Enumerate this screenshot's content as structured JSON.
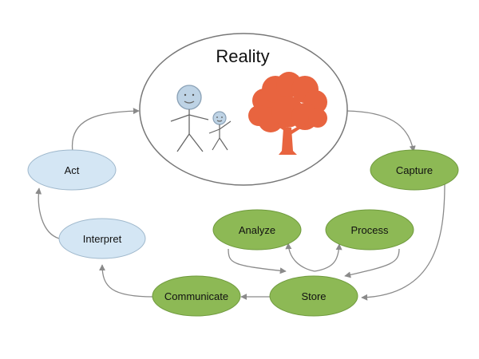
{
  "reality": {
    "label": "Reality"
  },
  "nodes": {
    "act": {
      "label": "Act"
    },
    "interpret": {
      "label": "Interpret"
    },
    "capture": {
      "label": "Capture"
    },
    "analyze": {
      "label": "Analyze"
    },
    "process": {
      "label": "Process"
    },
    "store": {
      "label": "Store"
    },
    "communicate": {
      "label": "Communicate"
    }
  },
  "colors": {
    "green_fill": "#8db955",
    "green_stroke": "#6f9a3d",
    "blue_fill": "#d4e6f4",
    "blue_stroke": "#9fb8cc",
    "arrow": "#8a8a8a",
    "tree": "#e8643f",
    "stick_head": "#bed3e5",
    "stick_stroke": "#666666"
  },
  "icons": {
    "adult": "stick-figure-adult",
    "child": "stick-figure-child",
    "tree": "tree"
  }
}
